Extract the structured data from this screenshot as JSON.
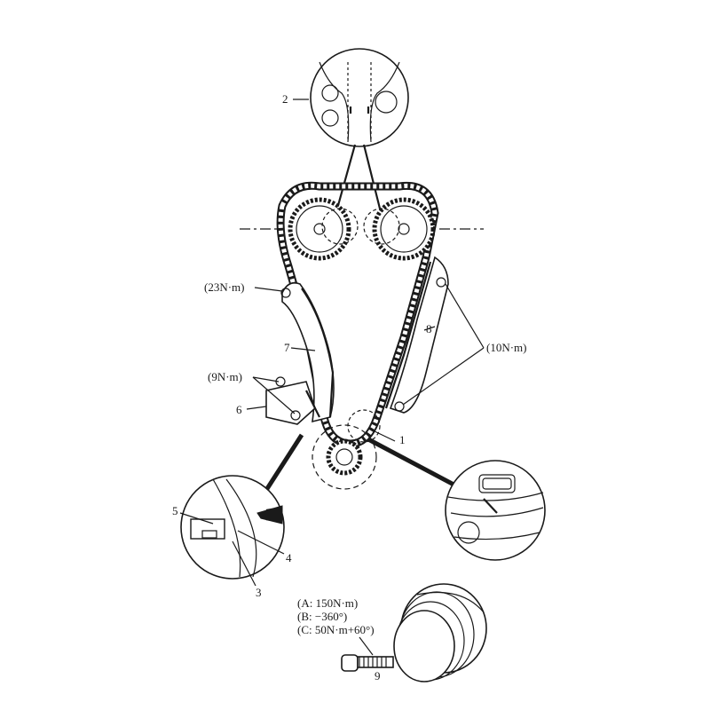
{
  "diagram": {
    "callouts": [
      {
        "id": "c2",
        "text": "2"
      },
      {
        "id": "c23",
        "text": "(23N·m)"
      },
      {
        "id": "c7",
        "text": "7"
      },
      {
        "id": "c8",
        "text": "8"
      },
      {
        "id": "c10",
        "text": "(10N·m)"
      },
      {
        "id": "c9nm",
        "text": "(9N·m)"
      },
      {
        "id": "c6",
        "text": "6"
      },
      {
        "id": "c1",
        "text": "1"
      },
      {
        "id": "c5",
        "text": "5"
      },
      {
        "id": "c4",
        "text": "4"
      },
      {
        "id": "c3",
        "text": "3"
      },
      {
        "id": "c9",
        "text": "9"
      }
    ],
    "torque_spec": {
      "a": "(A: 150N·m)",
      "b": "(B: −360°)",
      "c": "(C: 50N·m+60°)"
    }
  }
}
